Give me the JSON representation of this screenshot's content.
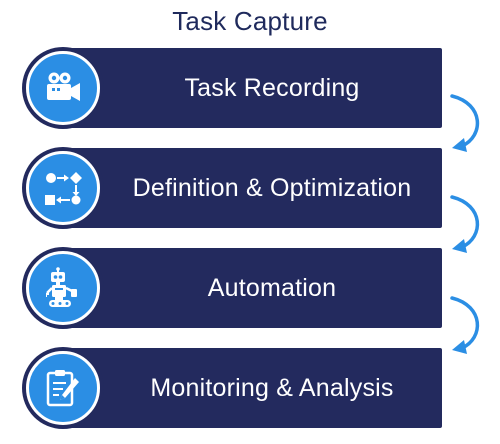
{
  "title": "Task Capture",
  "steps": [
    {
      "label": "Task Recording",
      "icon": "video-camera-icon"
    },
    {
      "label": "Definition & Optimization",
      "icon": "process-flow-icon"
    },
    {
      "label": "Automation",
      "icon": "robot-icon"
    },
    {
      "label": "Monitoring & Analysis",
      "icon": "clipboard-pencil-icon"
    }
  ],
  "colors": {
    "bar": "#232a5e",
    "icon_circle": "#2b8ee4",
    "arrow": "#2b8ee4",
    "title": "#1f2a5c"
  }
}
